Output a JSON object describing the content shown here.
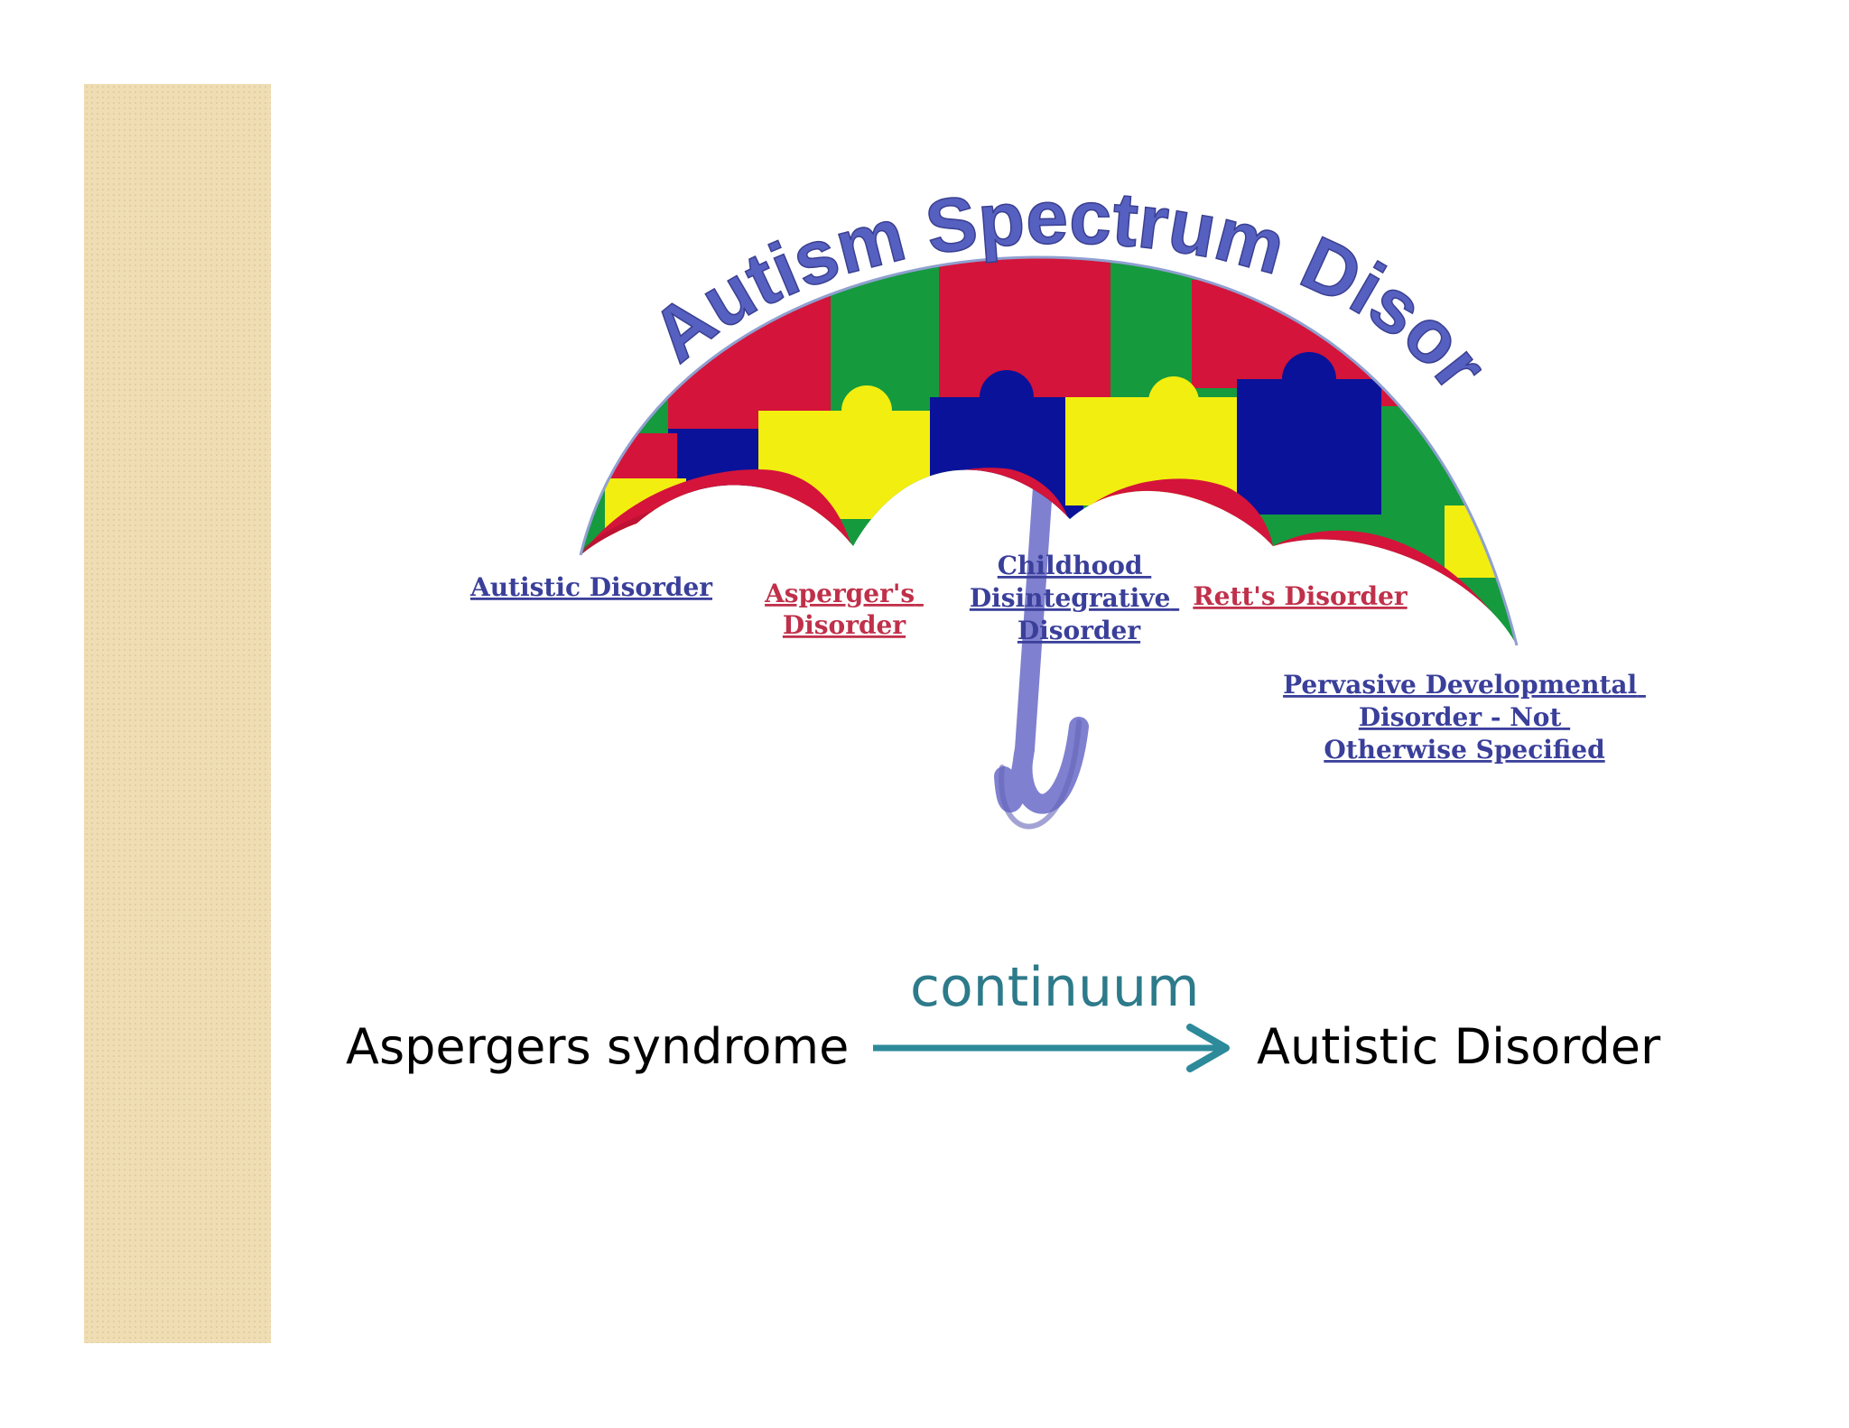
{
  "umbrella": {
    "title": "Autism Spectrum Disorders",
    "labels": {
      "autistic": [
        "Autistic Disorder"
      ],
      "asperger": [
        "Asperger's",
        "Disorder"
      ],
      "childhood": [
        "Childhood",
        "Disintegrative",
        "Disorder"
      ],
      "rett": [
        "Rett's Disorder"
      ],
      "pdd": [
        "Pervasive Developmental",
        "Disorder - Not",
        "Otherwise Specified"
      ]
    }
  },
  "continuum": {
    "left_term": "Aspergers syndrome",
    "arrow_label": "continuum",
    "right_term": "Autistic Disorder"
  },
  "colors": {
    "accent_bar": "#efddb4",
    "arrow": "#2d8a9a",
    "label_blue": "#3a3f9a",
    "label_red": "#c0304a",
    "puzzle_red": "#d4143a",
    "puzzle_green": "#159a3e",
    "puzzle_blue": "#0a129a",
    "puzzle_yellow": "#f2ee10",
    "handle": "#7f80cf"
  }
}
